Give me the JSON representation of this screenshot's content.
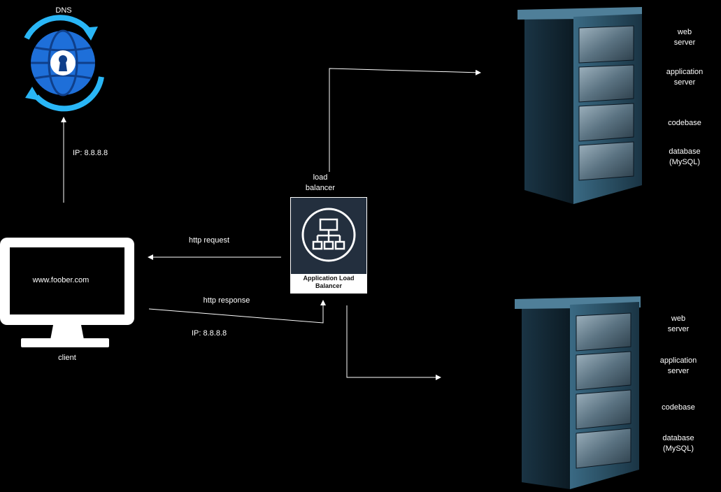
{
  "dns": {
    "label": "DNS"
  },
  "client": {
    "label": "client",
    "url": "www.foober.com"
  },
  "edges": {
    "dns_ip": "IP: 8.8.8.8",
    "http_request": "http request",
    "http_response": "http response",
    "response_ip": "IP: 8.8.8.8"
  },
  "load_balancer": {
    "label_line1": "load",
    "label_line2": "balancer",
    "caption_line1": "Application Load",
    "caption_line2": "Balancer"
  },
  "servers": [
    {
      "components": [
        [
          "web",
          "server"
        ],
        [
          "application",
          "server"
        ],
        [
          "codebase"
        ],
        [
          "database",
          "(MySQL)"
        ]
      ]
    },
    {
      "components": [
        [
          "web",
          "server"
        ],
        [
          "application",
          "server"
        ],
        [
          "codebase"
        ],
        [
          "database",
          "(MySQL)"
        ]
      ]
    }
  ],
  "colors": {
    "background": "#000000",
    "lines": "#ffffff",
    "alb_bg": "#232f3e",
    "dns_blue": "#1e6fd9",
    "dns_ring": "#29b6f6"
  }
}
